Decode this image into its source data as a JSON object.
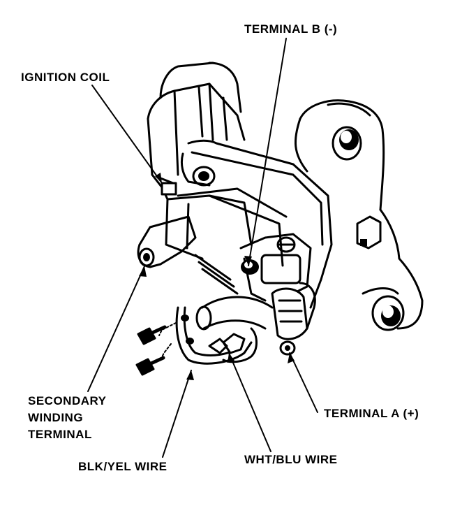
{
  "labels": {
    "terminal_b": "TERMINAL B (-)",
    "ignition_coil": "IGNITION COIL",
    "secondary_line1": "SECONDARY",
    "secondary_line2": "WINDING",
    "secondary_line3": "TERMINAL",
    "terminal_a": "TERMINAL A (+)",
    "wht_blu_wire": "WHT/BLU WIRE",
    "blk_yel_wire": "BLK/YEL WIRE"
  },
  "colors": {
    "ink": "#000000",
    "paper": "#ffffff"
  }
}
